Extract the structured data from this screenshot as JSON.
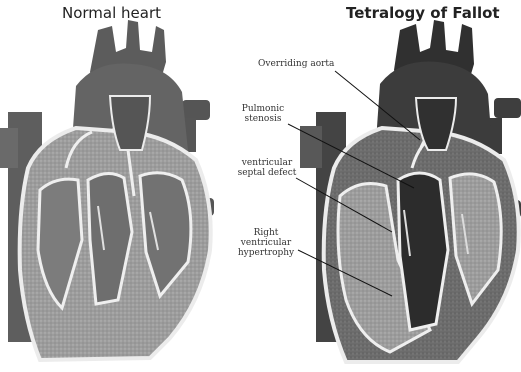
{
  "titles": {
    "normal": "Normal heart",
    "tof": "Tetralogy of Fallot"
  },
  "labels": {
    "aorta": "Overriding aorta",
    "pulmonic": "Pulmonic stenosis",
    "vsd": "ventricular septal defect",
    "rvh": "Right ventricular hypertrophy"
  },
  "colors": {
    "vessel": "#5a5a5a",
    "chamber": "#7a7a7a",
    "muscle": "#a8a8a8",
    "outline": "#f2f2f2",
    "dark": "#2e2e2e"
  }
}
